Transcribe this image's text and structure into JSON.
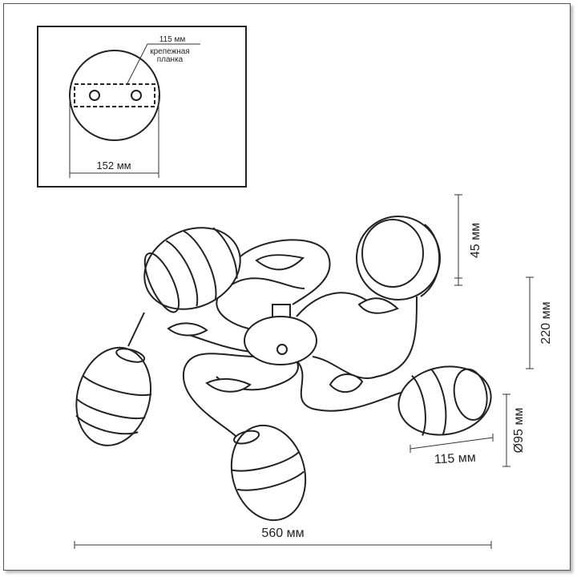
{
  "inset": {
    "plate_length": "115 мм",
    "plate_label_line1": "крепежная",
    "plate_label_line2": "планка",
    "base_diameter": "152 мм"
  },
  "dimensions": {
    "shade_height": "45 мм",
    "total_height": "220 мм",
    "shade_diameter": "Ø95 мм",
    "shade_length": "115 мм",
    "total_width": "560 мм"
  },
  "colors": {
    "line": "#222222",
    "background": "#ffffff"
  }
}
